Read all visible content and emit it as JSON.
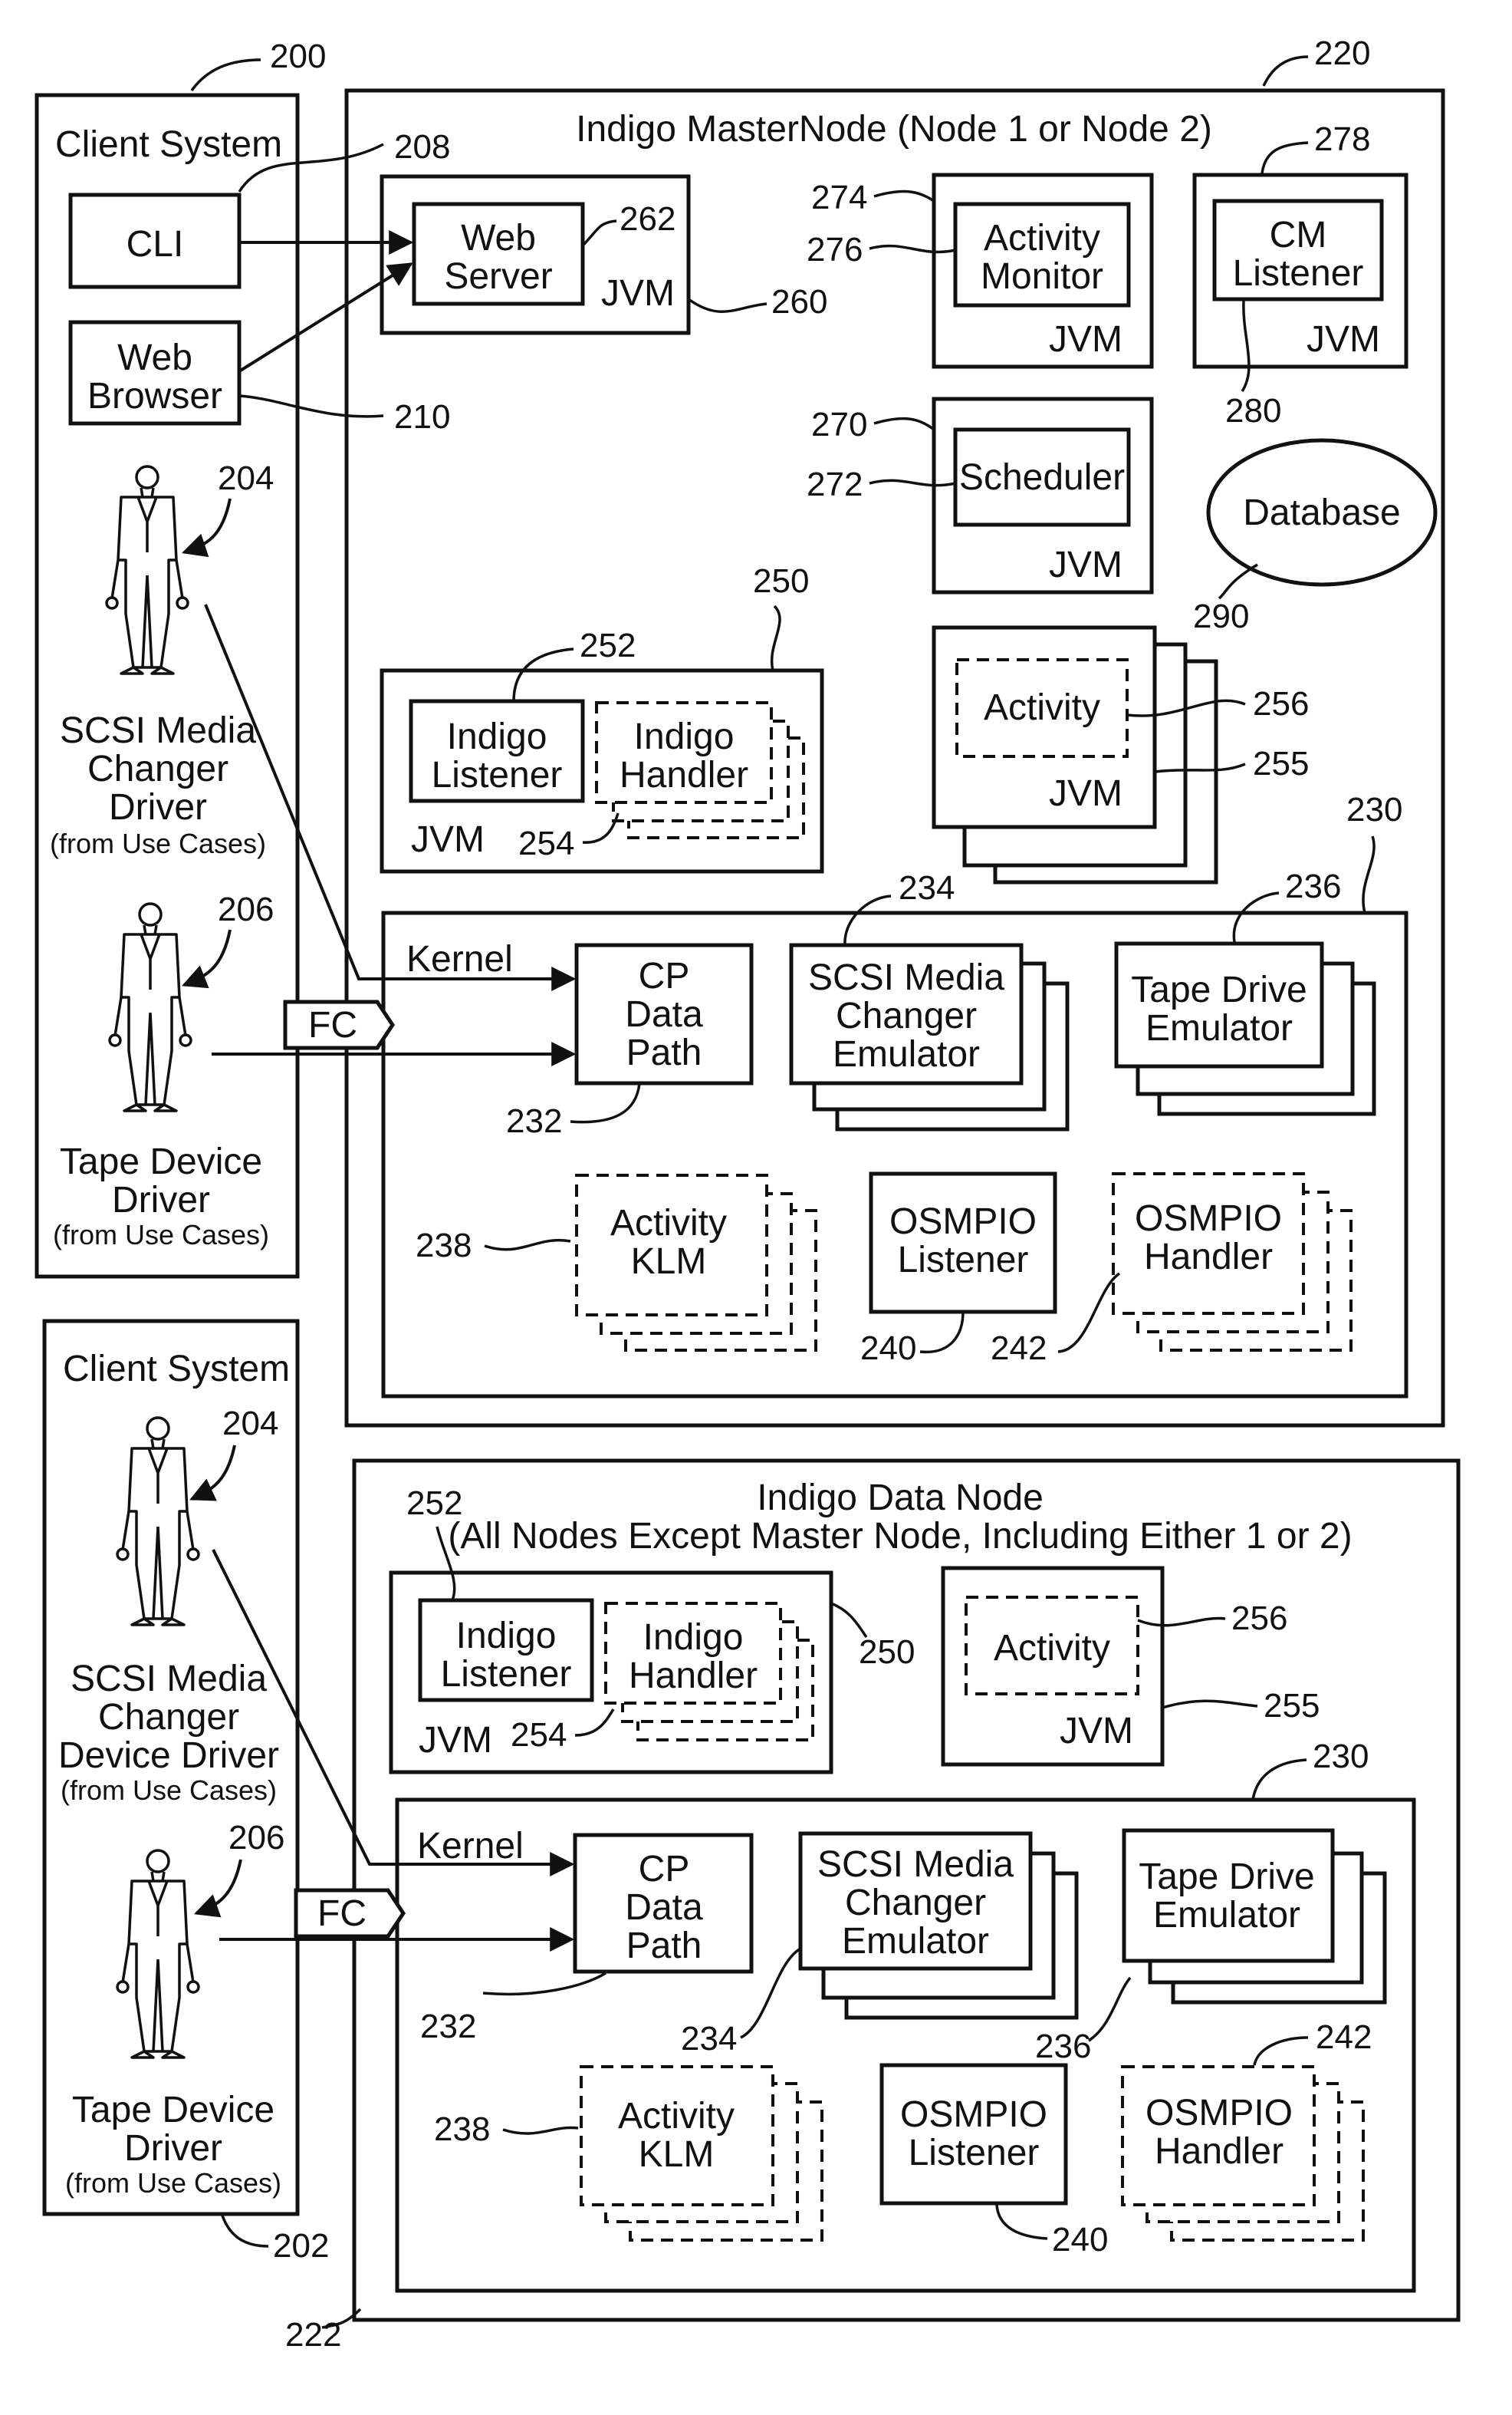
{
  "master": {
    "ref": "200",
    "client": {
      "title": "Client System",
      "cli": "CLI",
      "cli_ref": "208",
      "browser": [
        "Web",
        "Browser"
      ],
      "browser_ref": "210",
      "scsi_user_ref": "204",
      "scsi_user": [
        "SCSI Media",
        "Changer",
        "Driver"
      ],
      "scsi_user_note": "(from Use Cases)",
      "tape_user_ref": "206",
      "tape_user": [
        "Tape Device",
        "Driver"
      ],
      "tape_user_note": "(from Use Cases)"
    },
    "node": {
      "ref": "220",
      "title": "Indigo MasterNode (Node 1 or Node 2)",
      "webserver": [
        "Web",
        "Server"
      ],
      "webserver_ref": "262",
      "webjvm": "JVM",
      "webjvm_ref": "260",
      "activity_monitor": [
        "Activity",
        "Monitor"
      ],
      "am_jvm": "JVM",
      "am_outer_ref": "274",
      "am_inner_ref": "276",
      "cm_listener": [
        "CM",
        "Listener"
      ],
      "cm_jvm": "JVM",
      "cm_outer_ref": "278",
      "cm_inner_ref": "280",
      "scheduler": "Scheduler",
      "sched_jvm": "JVM",
      "sched_outer_ref": "270",
      "sched_inner_ref": "272",
      "database": "Database",
      "database_ref": "290",
      "indigo_jvm_ref": "250",
      "indigo_listener": [
        "Indigo",
        "Listener"
      ],
      "indigo_listener_ref": "252",
      "indigo_handler": [
        "Indigo",
        "Handler"
      ],
      "indigo_handler_ref": "254",
      "indigo_jvm": "JVM",
      "activity": "Activity",
      "activity_ref": "256",
      "activity_jvm": "JVM",
      "activity_jvm_ref": "255",
      "kernel_ref": "230",
      "kernel": "Kernel",
      "fc": "FC",
      "cp": [
        "CP",
        "Data",
        "Path"
      ],
      "cp_ref": "232",
      "scsi_emu": [
        "SCSI Media",
        "Changer",
        "Emulator"
      ],
      "scsi_emu_ref": "234",
      "tape_emu": [
        "Tape Drive",
        "Emulator"
      ],
      "tape_emu_ref": "236",
      "activity_klm": [
        "Activity",
        "KLM"
      ],
      "activity_klm_ref": "238",
      "osmpio_listener": [
        "OSMPIO",
        "Listener"
      ],
      "osmpio_listener_ref": "240",
      "osmpio_handler": [
        "OSMPIO",
        "Handler"
      ],
      "osmpio_handler_ref": "242"
    }
  },
  "data": {
    "client": {
      "title": "Client System",
      "ref": "202",
      "scsi_user_ref": "204",
      "scsi_user": [
        "SCSI Media",
        "Changer",
        "Device Driver"
      ],
      "scsi_user_note": "(from Use Cases)",
      "tape_user_ref": "206",
      "tape_user": [
        "Tape Device",
        "Driver"
      ],
      "tape_user_note": "(from Use Cases)"
    },
    "node": {
      "ref": "222",
      "title": [
        "Indigo Data Node",
        "(All Nodes Except Master Node, Including Either 1 or 2)"
      ],
      "indigo_listener": [
        "Indigo",
        "Listener"
      ],
      "indigo_listener_ref": "252",
      "indigo_handler": [
        "Indigo",
        "Handler"
      ],
      "indigo_handler_ref": "254",
      "indigo_jvm": "JVM",
      "indigo_jvm_ref": "250",
      "activity": "Activity",
      "activity_ref": "256",
      "activity_jvm": "JVM",
      "activity_jvm_ref": "255",
      "kernel_ref": "230",
      "kernel": "Kernel",
      "fc": "FC",
      "cp": [
        "CP",
        "Data",
        "Path"
      ],
      "cp_ref": "232",
      "scsi_emu": [
        "SCSI Media",
        "Changer",
        "Emulator"
      ],
      "scsi_emu_ref": "234",
      "tape_emu": [
        "Tape Drive",
        "Emulator"
      ],
      "tape_emu_ref": "236",
      "activity_klm": [
        "Activity",
        "KLM"
      ],
      "activity_klm_ref": "238",
      "osmpio_listener": [
        "OSMPIO",
        "Listener"
      ],
      "osmpio_listener_ref": "240",
      "osmpio_handler": [
        "OSMPIO",
        "Handler"
      ],
      "osmpio_handler_ref": "242"
    }
  }
}
